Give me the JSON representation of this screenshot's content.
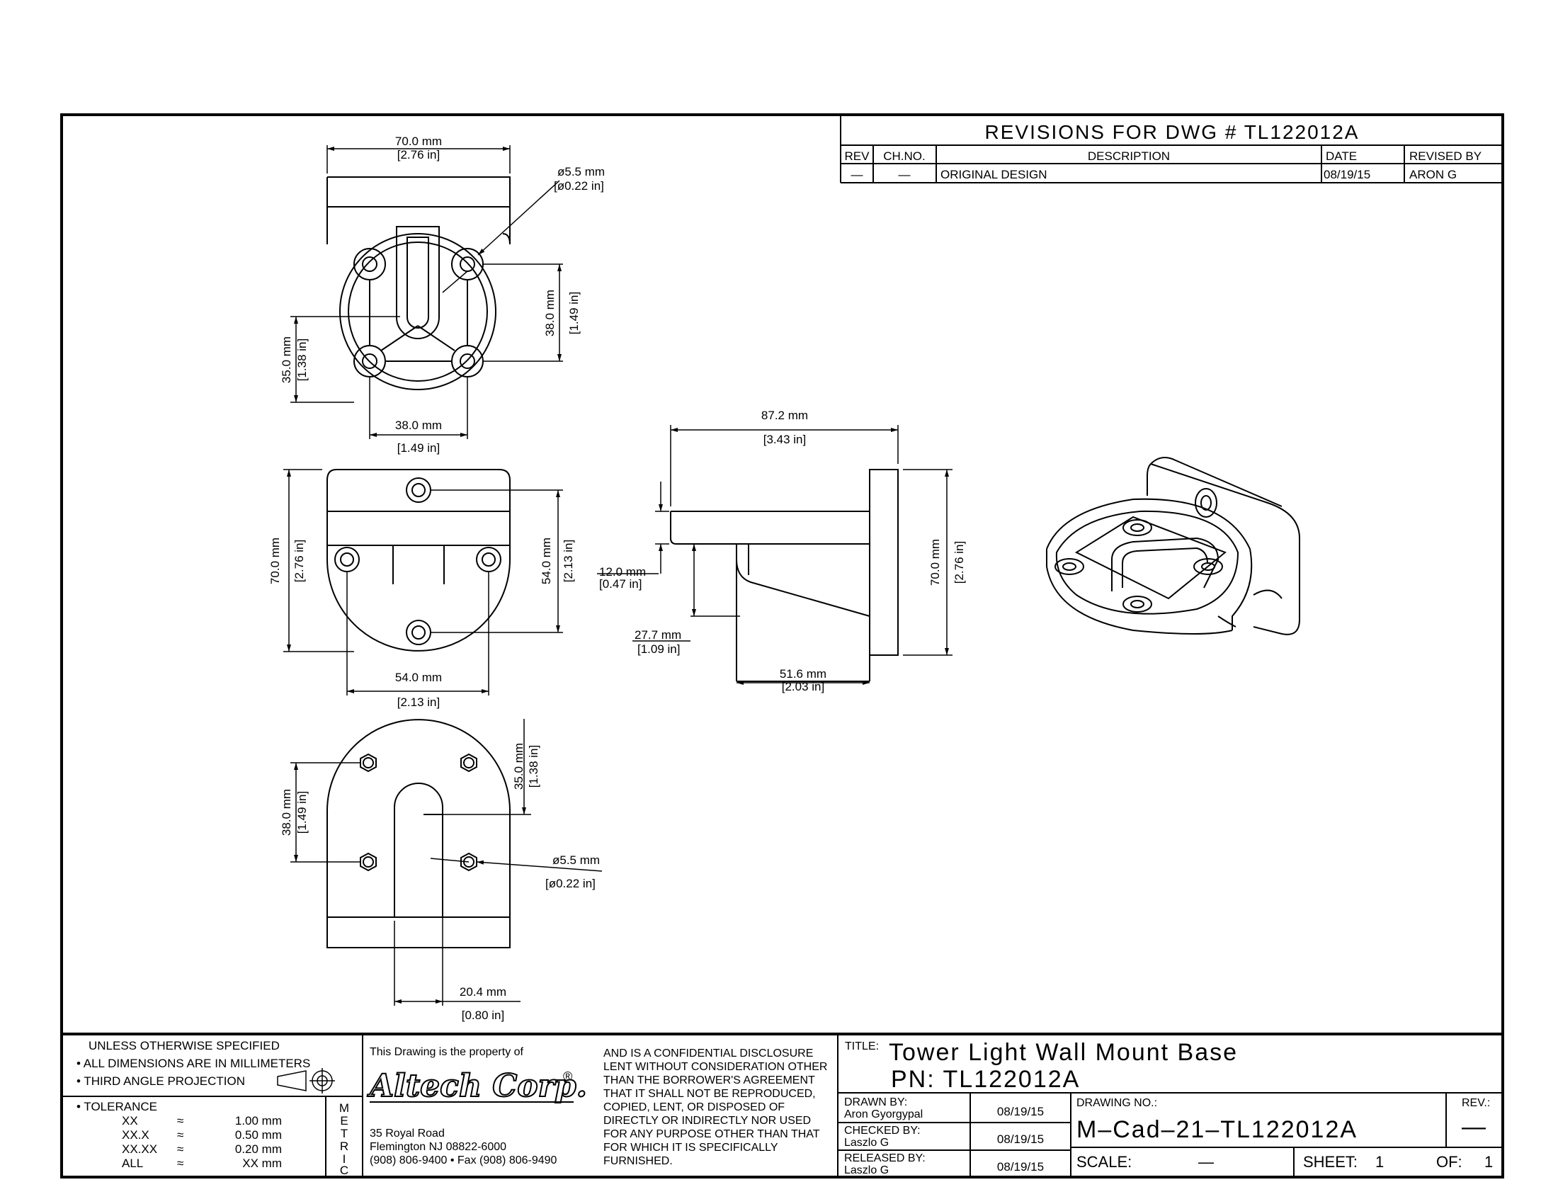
{
  "revisions": {
    "title": "REVISIONS FOR DWG # TL122012A",
    "headers": {
      "rev": "REV",
      "chno": "CH.NO.",
      "description": "DESCRIPTION",
      "date": "DATE",
      "revised_by": "REVISED BY"
    },
    "row": {
      "rev": "—",
      "chno": "—",
      "description": "ORIGINAL DESIGN",
      "date": "08/19/15",
      "revised_by": "ARON G"
    }
  },
  "dimensions": {
    "top_width_mm": "70.0 mm",
    "top_width_in": "[2.76 in]",
    "hole_dia_mm": "ø5.5 mm",
    "hole_dia_in": "[ø0.22 in]",
    "hole_vspacing_mm": "38.0 mm",
    "hole_vspacing_in": "[1.49 in]",
    "left_offset_mm": "35.0 mm",
    "left_offset_in": "[1.38 in]",
    "hole_hspacing_mm": "38.0 mm",
    "hole_hspacing_in": "[1.49 in]",
    "front_height_mm": "70.0 mm",
    "front_height_in": "[2.76 in]",
    "front_inner_mm": "54.0 mm",
    "front_inner_in": "[2.13 in]",
    "front_width_mm": "54.0 mm",
    "front_width_in": "[2.13 in]",
    "side_depth_mm": "87.2 mm",
    "side_depth_in": "[3.43 in]",
    "side_thick_mm": "12.0 mm",
    "side_thick_in": "[0.47 in]",
    "side_offset_mm": "27.7 mm",
    "side_offset_in": "[1.09 in]",
    "side_base_mm": "51.6 mm",
    "side_base_in": "[2.03 in]",
    "side_height_mm": "70.0 mm",
    "side_height_in": "[2.76 in]",
    "bottom_vspacing_mm": "38.0 mm",
    "bottom_vspacing_in": "[1.49 in]",
    "bottom_top_mm": "35.0 mm",
    "bottom_top_in": "[1.38 in]",
    "bottom_hole_mm": "ø5.5 mm",
    "bottom_hole_in": "[ø0.22 in]",
    "bottom_offset_mm": "20.4 mm",
    "bottom_offset_in": "[0.80 in]"
  },
  "notes": {
    "line1": "UNLESS OTHERWISE SPECIFIED",
    "line2": "• ALL DIMENSIONS ARE IN MILLIMETERS",
    "line3": "• THIRD ANGLE PROJECTION",
    "tolerance_title": "• TOLERANCE",
    "tolerances": [
      {
        "label": "XX",
        "sym": "≈",
        "value": "1.00 mm"
      },
      {
        "label": "XX.X",
        "sym": "≈",
        "value": "0.50 mm"
      },
      {
        "label": "XX.XX",
        "sym": "≈",
        "value": "0.20 mm"
      },
      {
        "label": "ALL",
        "sym": "≈",
        "value": "XX mm"
      }
    ],
    "metric": [
      "M",
      "E",
      "T",
      "R",
      "I",
      "C"
    ]
  },
  "company": {
    "property_of": "This Drawing is the property of",
    "logo": "Altech Corp.",
    "address1": "35 Royal Road",
    "address2": "Flemington NJ 08822-6000",
    "phone": "(908) 806-9400 • Fax (908) 806-9490",
    "disclosure": [
      "AND IS A CONFIDENTIAL DISCLOSURE",
      "LENT WITHOUT CONSIDERATION OTHER",
      "THAN THE BORROWER'S AGREEMENT",
      "THAT IT SHALL NOT BE REPRODUCED,",
      "COPIED, LENT, OR DISPOSED OF",
      "DIRECTLY OR INDIRECTLY NOR USED",
      "FOR ANY PURPOSE OTHER THAN THAT",
      "FOR WHICH IT IS SPECIFICALLY",
      "FURNISHED."
    ]
  },
  "titleblock": {
    "title_label": "TITLE:",
    "title": "Tower Light Wall Mount Base",
    "pn": "PN: TL122012A",
    "drawn_by_label": "DRAWN BY:",
    "drawn_by": "Aron Gyorgypal",
    "drawn_date": "08/19/15",
    "checked_by_label": "CHECKED BY:",
    "checked_by": "Laszlo G",
    "checked_date": "08/19/15",
    "released_by_label": "RELEASED BY:",
    "released_by": "Laszlo G",
    "released_date": "08/19/15",
    "drawing_no_label": "DRAWING NO.:",
    "drawing_no": "M–Cad–21–TL122012A",
    "rev_label": "REV.:",
    "rev": "—",
    "scale_label": "SCALE:",
    "scale": "—",
    "sheet_label": "SHEET:",
    "sheet": "1",
    "of_label": "OF:",
    "of": "1"
  }
}
